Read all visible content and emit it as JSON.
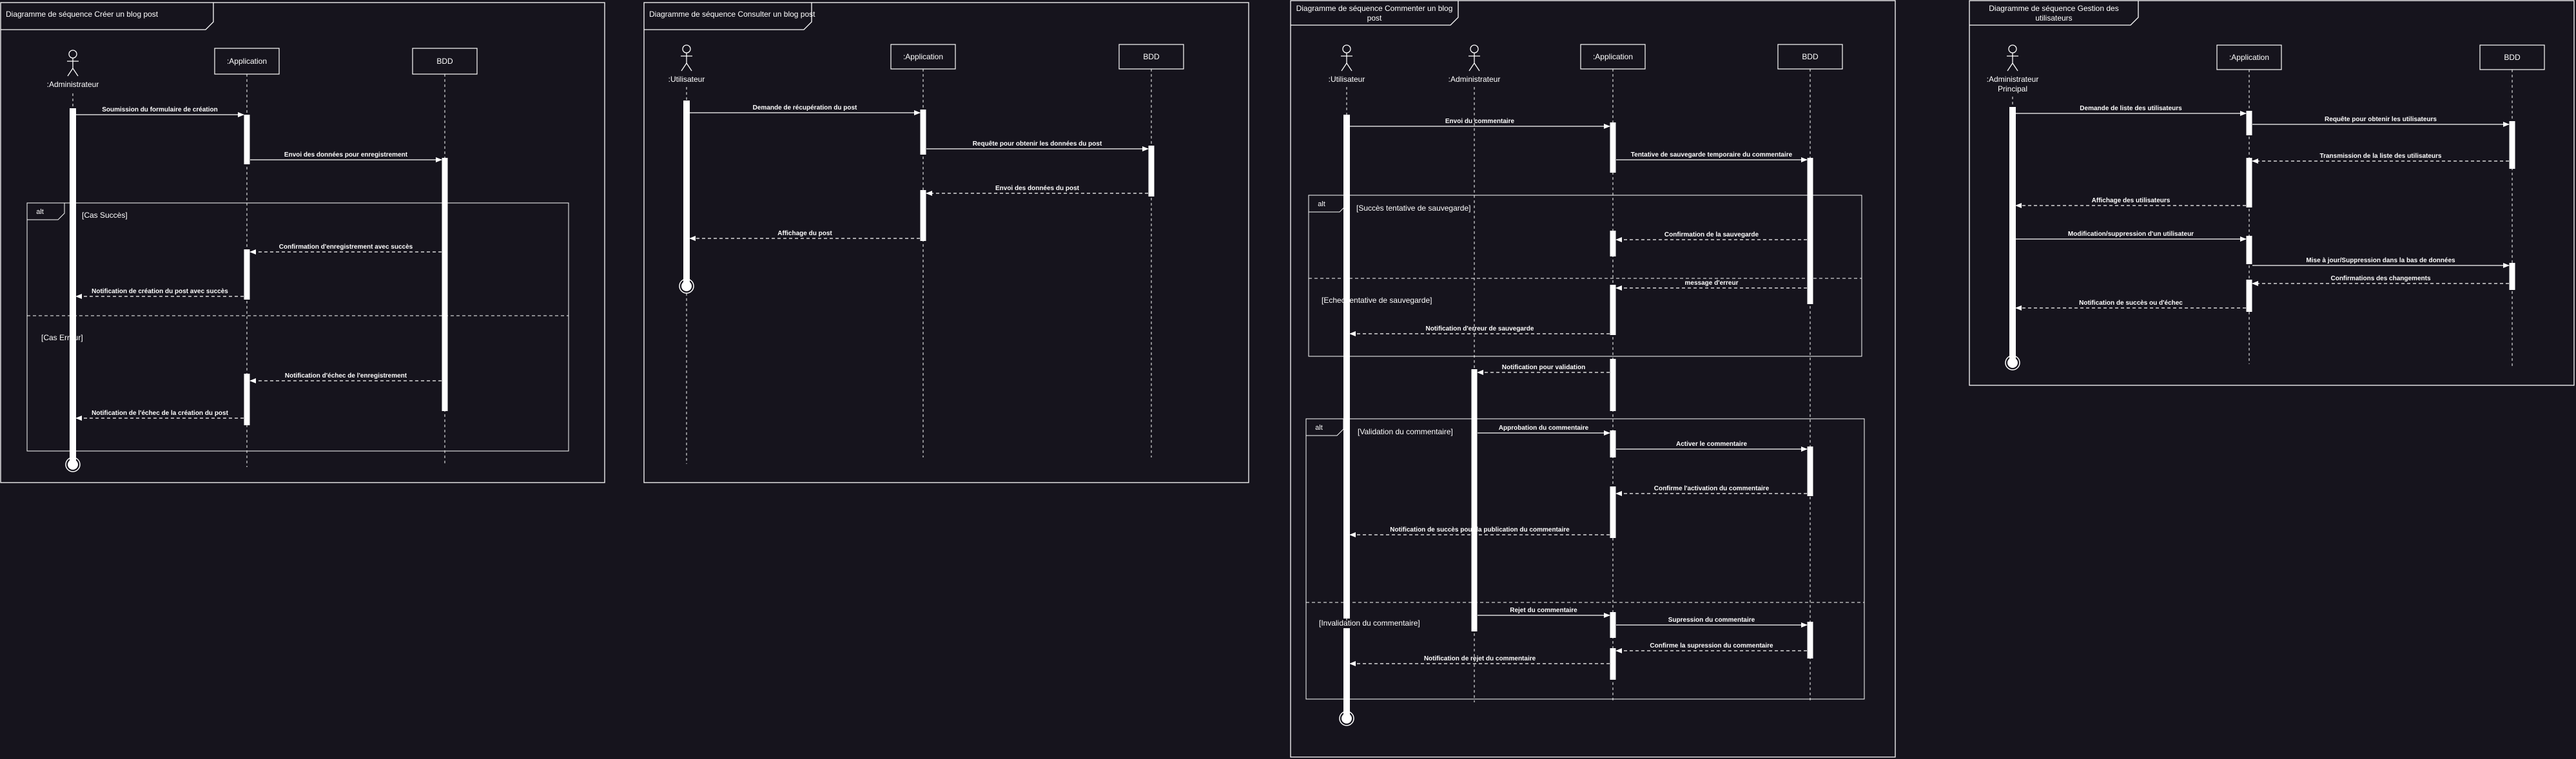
{
  "diagrams": [
    {
      "title": "Diagramme de séquence Créer un blog post",
      "participants": [
        ":Administrateur",
        ":Application",
        "BDD"
      ],
      "messages": [
        "Soumission du formulaire de création",
        "Envoi des données pour enregistrement",
        "Confirmation d'enregistrement avec succès",
        "Notification de création du post avec succès",
        "Notification d'échec de l'enregistrement",
        "Notification de l'échec de la création du post"
      ],
      "fragments": [
        {
          "operator": "alt",
          "guards": [
            "[Cas Succès]",
            "[Cas Erreur]"
          ]
        }
      ]
    },
    {
      "title": "Diagramme de séquence Consulter un blog post",
      "participants": [
        ":Utilisateur",
        ":Application",
        "BDD"
      ],
      "messages": [
        "Demande de récupération du post",
        "Requête pour obtenir les données du post",
        "Envoi des données du post",
        "Affichage du post"
      ],
      "fragments": []
    },
    {
      "title": "Diagramme de séquence Commenter un blog post",
      "participants": [
        ":Utilisateur",
        ":Administrateur",
        ":Application",
        "BDD"
      ],
      "messages": [
        "Envoi du commentaire",
        "Tentative de sauvegarde temporaire du commentaire",
        "Confirmation de la sauvegarde",
        "message d'erreur",
        "Notification d'erreur de sauvegarde",
        "Notification pour validation",
        "Approbation du commentaire",
        "Activer le commentaire",
        "Confirme l'activation du commentaire",
        "Notification de succès pour la publication du commentaire",
        "Rejet du commentaire",
        "Supression du commentaire",
        "Confirme la supression du commentaire",
        "Notification de rejet du commentaire"
      ],
      "fragments": [
        {
          "operator": "alt",
          "guards": [
            "[Succès tentative de sauvegarde]",
            "[Echec tentative de sauvegarde]"
          ]
        },
        {
          "operator": "alt",
          "guards": [
            "[Validation du commentaire]",
            "[Invalidation du commentaire]"
          ]
        }
      ]
    },
    {
      "title": "Diagramme de séquence Gestion des utilisateurs",
      "participants": [
        ":Administrateur Principal",
        ":Application",
        "BDD"
      ],
      "messages": [
        "Demande de liste des utilisateurs",
        "Requête pour obtenir les utilisateurs",
        "Transmission de la liste des utilisateurs",
        "Affichage des utilisateurs",
        "Modification/suppression d'un utilisateur",
        "Mise à jour/Suppression dans la bas de données",
        "Confirmations des changements",
        "Notification de succès ou d'échec"
      ],
      "fragments": []
    }
  ],
  "colors": {
    "background": "#16141d",
    "stroke": "#ffffff",
    "text": "#ffffff"
  },
  "icons": {
    "actor": "stick-figure-icon",
    "end": "termination-circle-icon"
  }
}
